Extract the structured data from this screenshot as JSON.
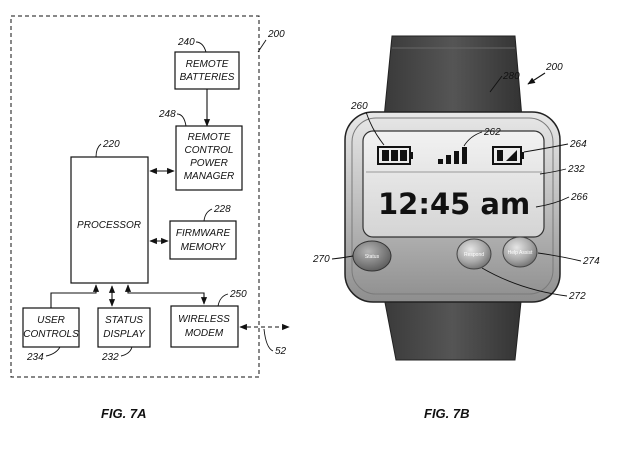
{
  "fig7a": {
    "caption": "FIG. 7A",
    "ref_system": "200",
    "blocks": {
      "remote_batteries": {
        "lines": [
          "REMOTE",
          "BATTERIES"
        ],
        "ref": "240"
      },
      "power_manager": {
        "lines": [
          "REMOTE",
          "CONTROL",
          "POWER",
          "MANAGER"
        ],
        "ref": "248"
      },
      "processor": {
        "label": "PROCESSOR",
        "ref": "220"
      },
      "firmware_memory": {
        "lines": [
          "FIRMWARE",
          "MEMORY"
        ],
        "ref": "228"
      },
      "user_controls": {
        "lines": [
          "USER",
          "CONTROLS"
        ],
        "ref": "234"
      },
      "status_display": {
        "lines": [
          "STATUS",
          "DISPLAY"
        ],
        "ref": "232"
      },
      "wireless_modem": {
        "lines": [
          "WIRELESS",
          "MODEM"
        ],
        "ref": "250"
      }
    },
    "link_ref": "52"
  },
  "fig7b": {
    "caption": "FIG. 7B",
    "ref_system": "200",
    "refs": {
      "band": "280",
      "battery_icon": "260",
      "signal_icon": "262",
      "status_icon": "264",
      "display": "232",
      "time_display": "266",
      "left_button": "270",
      "middle_button": "272",
      "right_button": "274"
    },
    "time": "12:45 am",
    "buttons": {
      "left": "Status",
      "middle": "Respond",
      "right": "Help Assist"
    }
  }
}
